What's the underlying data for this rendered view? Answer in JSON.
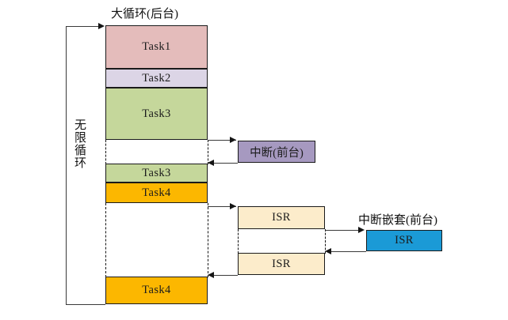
{
  "diagram": {
    "title_main": "大循环(后台)",
    "loop_label": "无限循环",
    "nested_label": "中断嵌套(前台)",
    "colors": {
      "task1": "#e4bcbb",
      "task2": "#dcd5e6",
      "task3": "#c5d79b",
      "task4": "#fcb700",
      "interrupt": "#a699c0",
      "isr": "#fceccb",
      "isr_nested": "#1b9ad6",
      "outline": "#1a1a1a",
      "line": "#3a3a3a"
    },
    "background_stack": [
      {
        "label": "Task1",
        "color_key": "task1"
      },
      {
        "label": "Task2",
        "color_key": "task2"
      },
      {
        "label": "Task3",
        "color_key": "task3"
      },
      {
        "label": "Task3",
        "color_key": "task3"
      },
      {
        "label": "Task4",
        "color_key": "task4"
      },
      {
        "label": "Task4",
        "color_key": "task4"
      }
    ],
    "foreground_blocks": [
      {
        "label": "中断(前台)",
        "color_key": "interrupt"
      },
      {
        "label": "ISR",
        "color_key": "isr"
      },
      {
        "label": "ISR",
        "color_key": "isr"
      },
      {
        "label": "ISR",
        "color_key": "isr_nested"
      }
    ]
  }
}
